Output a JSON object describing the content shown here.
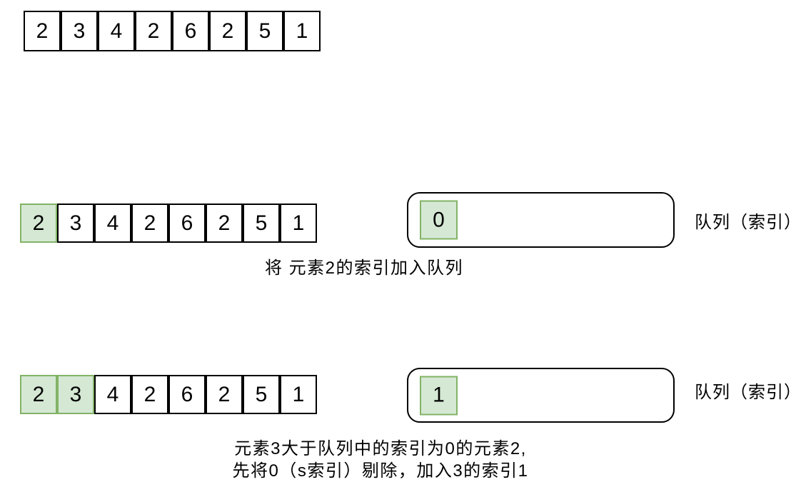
{
  "colors": {
    "highlight_fill": "#d5e8d4",
    "highlight_border": "#82b366",
    "line": "#000000",
    "background": "#ffffff"
  },
  "array_values": [
    "2",
    "3",
    "4",
    "2",
    "6",
    "2",
    "5",
    "1"
  ],
  "top_array": {
    "values": [
      "2",
      "3",
      "4",
      "2",
      "6",
      "2",
      "5",
      "1"
    ],
    "highlight_count": 0
  },
  "step1": {
    "array": {
      "values": [
        "2",
        "3",
        "4",
        "2",
        "6",
        "2",
        "5",
        "1"
      ],
      "highlight_count": 1
    },
    "queue": {
      "items": [
        "0"
      ]
    },
    "queue_label": "队列（索引）",
    "caption": "将 元素2的索引加入队列"
  },
  "step2": {
    "array": {
      "values": [
        "2",
        "3",
        "4",
        "2",
        "6",
        "2",
        "5",
        "1"
      ],
      "highlight_count": 2
    },
    "queue": {
      "items": [
        "1"
      ]
    },
    "queue_label": "队列（索引）",
    "caption_line1": "元素3大于队列中的索引为0的元素2,",
    "caption_line2": "先将0（s索引）剔除，加入3的索引1"
  }
}
